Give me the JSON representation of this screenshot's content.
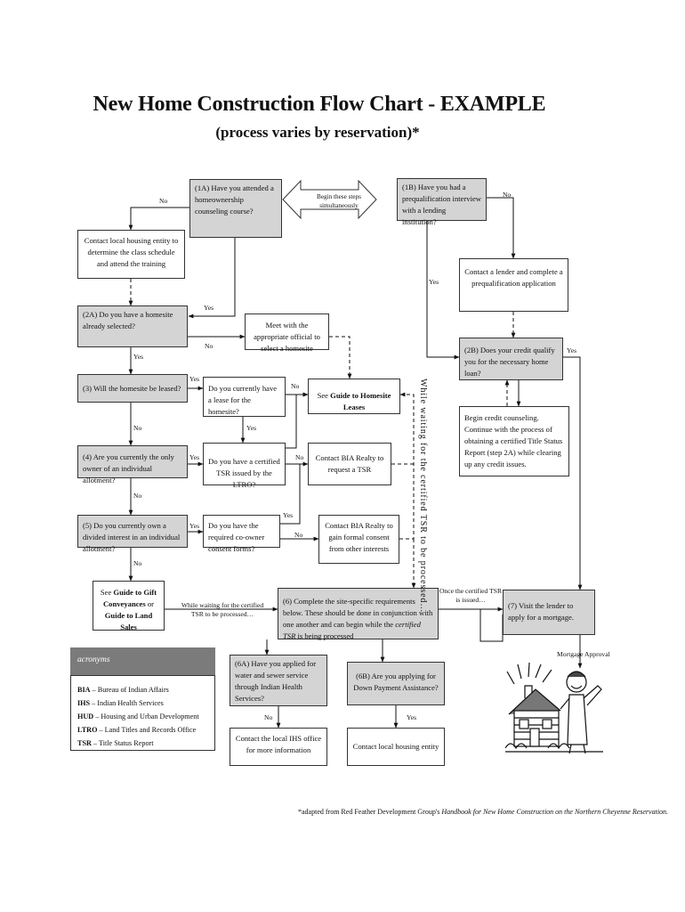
{
  "title": "New Home Construction Flow Chart - EXAMPLE",
  "subtitle": "(process varies by reservation)*",
  "boxes": {
    "q1a": "(1A) Have you attended a homeownership counseling course?",
    "arrow_center": "Begin these steps simultaneously",
    "q1b": "(1B) Have you had a prequalification interview with a lending institution?",
    "contact_local": "Contact local housing entity to determine the class schedule and attend the training",
    "contact_lender": "Contact a lender and complete a prequalification application",
    "q2a": "(2A) Do you have a homesite already selected?",
    "meet_official": "Meet with the appropriate official to select a homesite",
    "q2b": "(2B) Does your credit qualify you for the necessary home loan?",
    "q3": "(3) Will the homesite be leased?",
    "lease_q": "Do you currently have a lease for the homesite?",
    "see_guide_prefix": "See ",
    "see_guide_link": "Guide to Homesite Leases",
    "credit_counsel": "Begin credit counseling.  Continue with the process of obtaining a certified Title Status Report (step 2A) while clearing up any credit issues.",
    "q4": "(4) Are you currently the only owner of an individual allotment?",
    "tsr_q": "Do you have a certified TSR issued by the LTRO?",
    "contact_bia_tsr": "Contact BIA Realty to request a TSR",
    "q5": "(5) Do you currently own a divided interest in an individual allotment?",
    "consent_q": "Do you have the required co-owner consent forms?",
    "contact_bia_consent": "Contact BIA Realty to gain formal consent from other interests",
    "guide_gift_see": "See ",
    "guide_gift_link": "Guide to Gift Conveyances",
    "guide_gift_or": " or",
    "guide_land_link": "Guide to Land Sales",
    "q6_a": "(6) Complete the site-specific requirements below. These should be done in conjunction with one another and can begin while the ",
    "q6_italic": "certified TSR",
    "q6_b": " is being processed",
    "q7": "(7) Visit the lender to apply for a mortgage.",
    "q6a": "(6A) Have you applied for water and sewer service through Indian Health Services?",
    "q6b": "(6B) Are you applying for Down Payment Assistance?",
    "contact_ihs": "Contact the local IHS office for more information",
    "contact_housing": "Contact local housing entity"
  },
  "labels": {
    "no_1a": "No",
    "no_1b": "No",
    "yes_1b": "Yes",
    "yes_1a": "Yes",
    "no_2a": "No",
    "yes_2a": "Yes",
    "yes_2b": "Yes",
    "yes_3": "Yes",
    "no_lease": "No",
    "no_3": "No",
    "yes_lease": "Yes",
    "yes_4": "Yes",
    "no_tsr": "No",
    "no_4": "No",
    "yes_tsr": "Yes",
    "yes_5": "Yes",
    "no_consent": "No",
    "no_5": "No",
    "waiting_left": "While waiting for the certified TSR to be processed…",
    "once_tsr": "Once the certified TSR is issued…",
    "vertical_note": "While waiting for the certified TSR to be processed…",
    "mortgage_approval": "Mortgage Approval",
    "yes_6a": "No",
    "yes_6b": "Yes"
  },
  "acronyms": {
    "heading": "acronyms",
    "items": [
      {
        "abbr": "BIA",
        "text": " – Bureau of Indian Affairs"
      },
      {
        "abbr": "IHS",
        "text": " – Indian Health Services"
      },
      {
        "abbr": "HUD",
        "text": " – Housing and Urban Development"
      },
      {
        "abbr": "LTRO",
        "text": " – Land Titles and Records Office"
      },
      {
        "abbr": "TSR",
        "text": " – Title Status Report"
      }
    ]
  },
  "footnote_prefix": "*adapted from Red Feather Development Group's ",
  "footnote_italic": "Handbook for New Home Construction on the Northern Cheyenne Reservation.",
  "icons": {
    "illustration": "happy-homeowner-house-illustration"
  }
}
